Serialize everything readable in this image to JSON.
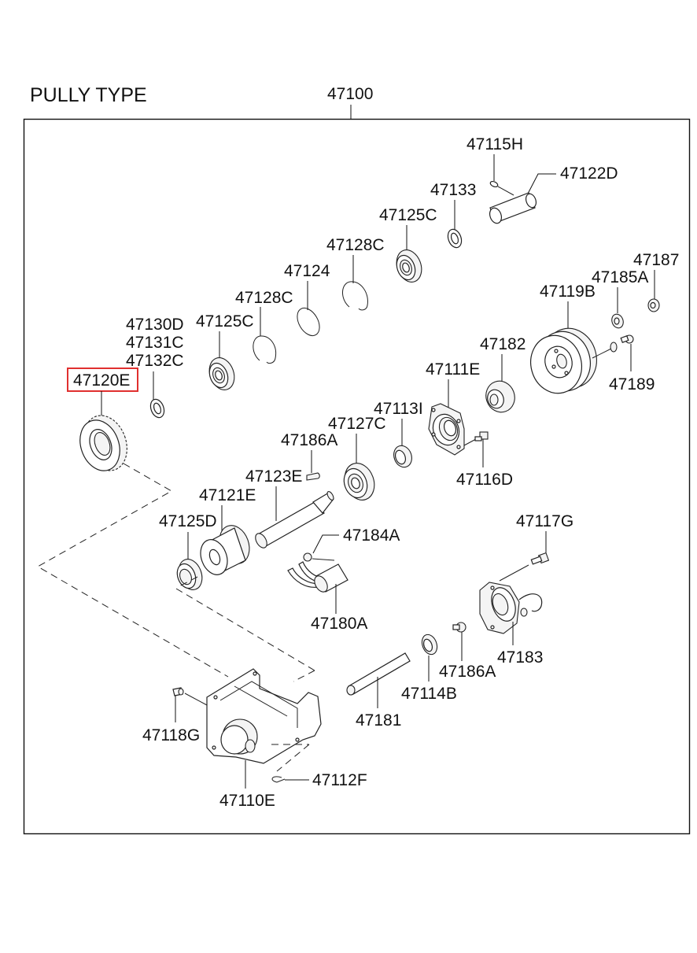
{
  "diagram": {
    "title": "PULLY TYPE",
    "assembly_part": "47100",
    "highlight_color": "#e0302f",
    "highlighted_part": "47120E",
    "parts": {
      "p47115H": "47115H",
      "p47122D": "47122D",
      "p47133": "47133",
      "p47125C_top": "47125C",
      "p47128C_top": "47128C",
      "p47124": "47124",
      "p47128C_mid": "47128C",
      "p47187": "47187",
      "p47185A": "47185A",
      "p47119B": "47119B",
      "p47130D": "47130D",
      "p47131C": "47131C",
      "p47132C": "47132C",
      "p47125C_mid": "47125C",
      "p47182": "47182",
      "p47120E": "47120E",
      "p47111E": "47111E",
      "p47189": "47189",
      "p47113I": "47113I",
      "p47127C": "47127C",
      "p47186A_top": "47186A",
      "p47116D": "47116D",
      "p47123E": "47123E",
      "p47121E": "47121E",
      "p47117G": "47117G",
      "p47125D": "47125D",
      "p47184A": "47184A",
      "p47180A": "47180A",
      "p47183": "47183",
      "p47186A_bot": "47186A",
      "p47114B": "47114B",
      "p47118G": "47118G",
      "p47181": "47181",
      "p47112F": "47112F",
      "p47110E": "47110E"
    }
  }
}
